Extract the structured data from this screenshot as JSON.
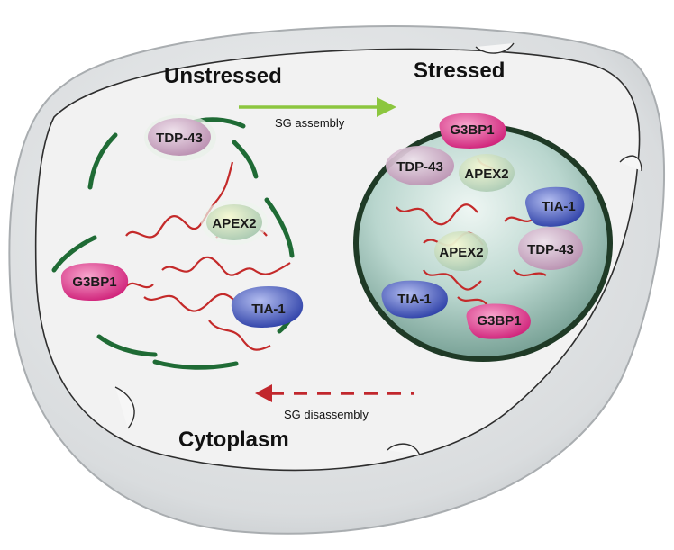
{
  "labels": {
    "unstressed": "Unstressed",
    "stressed": "Stressed",
    "sg_assembly": "SG assembly",
    "sg_disassembly": "SG disassembly",
    "cytoplasm": "Cytoplasm"
  },
  "proteins": {
    "tdp43": "TDP-43",
    "apex2": "APEX2",
    "g3bp1": "G3BP1",
    "tia1": "TIA-1"
  },
  "colors": {
    "cell_fill": "#e6e8e9",
    "cell_edge": "#b0b4b6",
    "inner_fill": "#f3f3f3",
    "granule_edge": "#1f4f2a",
    "granule_fill": "#b5d3cb",
    "membrane_dash": "#1f6b35",
    "rna": "#c42a2a",
    "assembly_arrow": "#8cc63f",
    "disassembly_arrow": "#c1272d",
    "tdp43": "#c9a6c3",
    "apex2": "#c3d8c8",
    "g3bp1": "#e23a8d",
    "tia1": "#3a4fb8"
  }
}
